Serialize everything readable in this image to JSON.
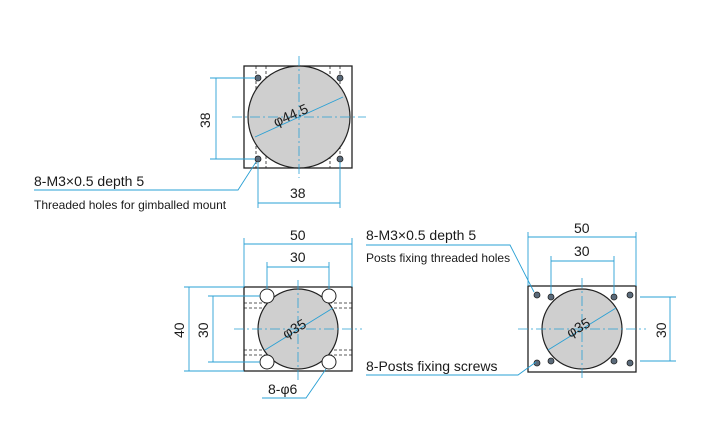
{
  "views": {
    "top": {
      "diameter": "φ44.5",
      "dim_vertical": "38",
      "dim_horizontal": "38",
      "note_holes": "8-M3×0.5 depth 5",
      "note_holes_desc": "Threaded holes for gimballed mount"
    },
    "front": {
      "dim_outer_width": "50",
      "dim_inner_width": "30",
      "dim_outer_height": "40",
      "dim_inner_height": "30",
      "diameter": "φ35",
      "note_holes": "8-φ6"
    },
    "side": {
      "dim_outer_width": "50",
      "dim_inner_width": "30",
      "dim_height": "30",
      "diameter": "φ35",
      "note_threads": "8-M3×0.5 depth 5",
      "note_threads_desc": "Posts fixing threaded holes",
      "note_screws": "8-Posts fixing screws"
    }
  },
  "colors": {
    "dimension": "#2aa0d4",
    "outline": "#222222",
    "disc": "#cfcfcf"
  }
}
